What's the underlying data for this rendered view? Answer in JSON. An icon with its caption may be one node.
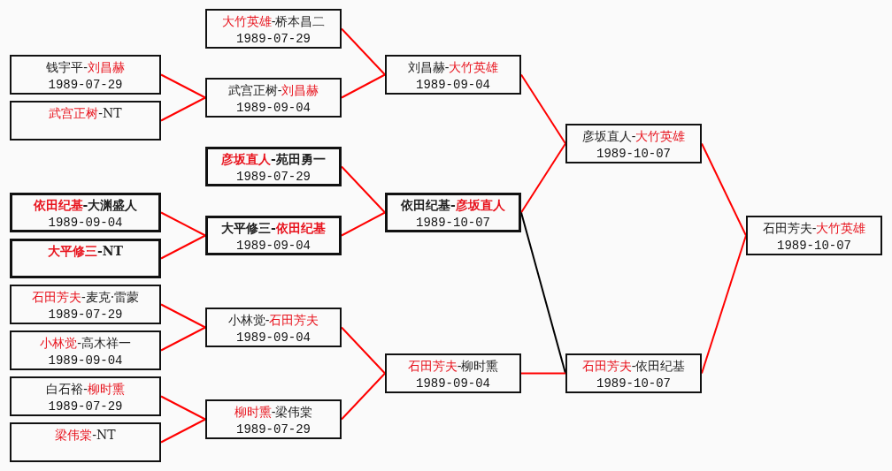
{
  "diagram": {
    "nodes": [
      {
        "text": [
          "钱宇平-刘昌赫",
          "1989-07-29"
        ]
      },
      {
        "text": [
          "武宫正树-NT"
        ]
      },
      {
        "text": [
          "依田纪基-大渊盛人",
          "1989-09-04"
        ]
      },
      {
        "text": [
          "大平修三-NT"
        ]
      },
      {
        "text": [
          "石田芳夫-麦克·雷蒙",
          "1989-07-29"
        ]
      },
      {
        "text": [
          "小林觉-高木祥一",
          "1989-09-04"
        ]
      },
      {
        "text": [
          "白石裕-柳时熏",
          "1989-07-29"
        ]
      },
      {
        "text": [
          "梁伟棠-NT"
        ]
      },
      {
        "text": [
          "大竹英雄-桥本昌二",
          "1989-07-29"
        ]
      },
      {
        "text": [
          "武宫正树-刘昌赫",
          "1989-09-04"
        ]
      },
      {
        "text": [
          "彦坂直人-苑田勇一",
          "1989-07-29"
        ]
      },
      {
        "text": [
          "大平修三-依田纪基",
          "1989-09-04"
        ]
      },
      {
        "text": [
          "小林觉-石田芳夫",
          "1989-09-04"
        ]
      },
      {
        "text": [
          "柳时熏-梁伟棠",
          "1989-07-29"
        ]
      },
      {
        "text": [
          "刘昌赫-大竹英雄",
          "1989-09-04"
        ]
      },
      {
        "text": [
          "依田纪基-彦坂直人",
          "1989-10-07"
        ]
      },
      {
        "text": [
          "石田芳夫-柳时熏",
          "1989-09-04"
        ]
      },
      {
        "text": [
          "彦坂直人-大竹英雄",
          "1989-10-07"
        ]
      },
      {
        "text": [
          "石田芳夫-依田纪基",
          "1989-10-07"
        ]
      },
      {
        "text": [
          "石田芳夫-大竹英雄",
          "1989-10-07"
        ]
      }
    ],
    "edges": [
      {
        "from": 0,
        "to": 9,
        "arrow": "none"
      },
      {
        "from": 1,
        "to": 9,
        "arrow": "none"
      },
      {
        "from": 2,
        "to": 11,
        "arrow": "none"
      },
      {
        "from": 3,
        "to": 11,
        "arrow": "none"
      },
      {
        "from": 4,
        "to": 12,
        "arrow": "none"
      },
      {
        "from": 5,
        "to": 12,
        "arrow": "none"
      },
      {
        "from": 6,
        "to": 13,
        "arrow": "none"
      },
      {
        "from": 7,
        "to": 13,
        "arrow": "none"
      },
      {
        "from": 8,
        "to": 14,
        "arrow": "none"
      },
      {
        "from": 9,
        "to": 14,
        "arrow": "none"
      },
      {
        "from": 10,
        "to": 15,
        "arrow": "none"
      },
      {
        "from": 11,
        "to": 15,
        "arrow": "none"
      },
      {
        "from": 12,
        "to": 16,
        "arrow": "none"
      },
      {
        "from": 13,
        "to": 16,
        "arrow": "none"
      },
      {
        "from": 14,
        "to": 17,
        "arrow": "none"
      },
      {
        "from": 15,
        "to": 17,
        "arrow": "none"
      },
      {
        "from": 15,
        "to": 18,
        "arrow": "none",
        "color": "#000000"
      },
      {
        "from": 16,
        "to": 18,
        "arrow": "none"
      },
      {
        "from": 17,
        "to": 19,
        "arrow": "none"
      },
      {
        "from": 18,
        "to": 19,
        "arrow": "none"
      }
    ]
  }
}
